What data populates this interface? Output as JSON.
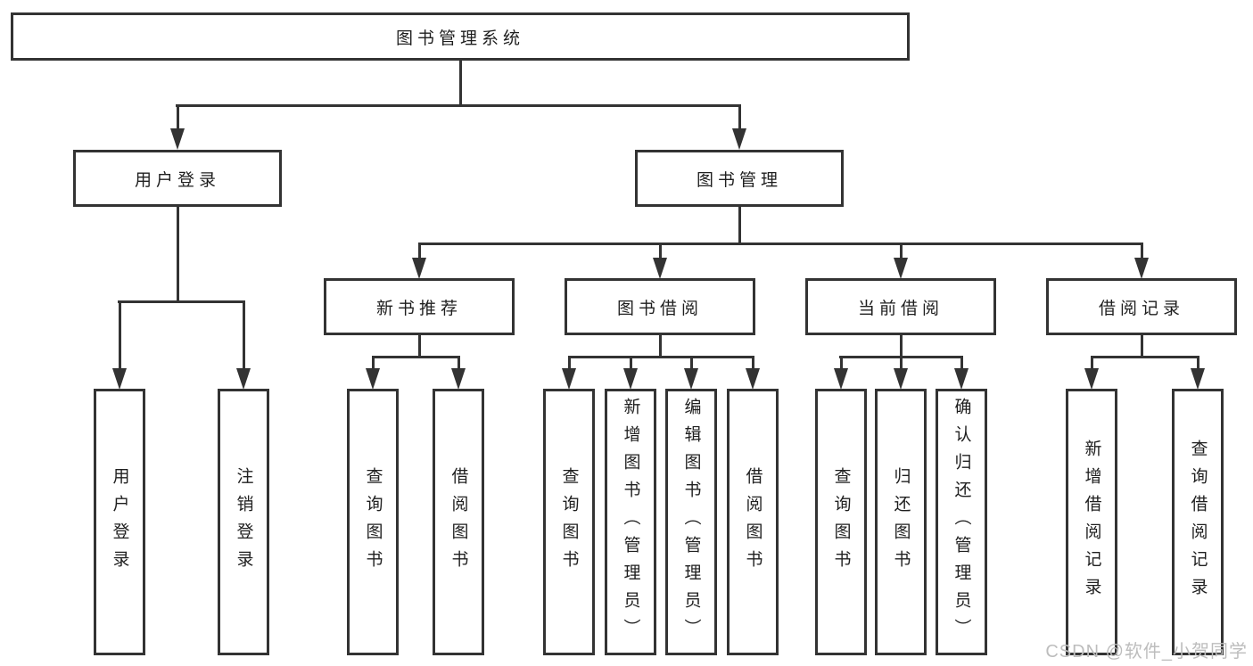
{
  "diagram": {
    "root": {
      "label": "图书管理系统"
    },
    "level2": [
      {
        "label": "用户登录"
      },
      {
        "label": "图书管理"
      }
    ],
    "level3": [
      {
        "label": "新书推荐"
      },
      {
        "label": "图书借阅"
      },
      {
        "label": "当前借阅"
      },
      {
        "label": "借阅记录"
      }
    ],
    "leaves": [
      {
        "label": "用户登录"
      },
      {
        "label": "注销登录"
      },
      {
        "label": "查询图书"
      },
      {
        "label": "借阅图书"
      },
      {
        "label": "查询图书"
      },
      {
        "label": "新增图书（管理员）"
      },
      {
        "label": "编辑图书（管理员）"
      },
      {
        "label": "借阅图书"
      },
      {
        "label": "查询图书"
      },
      {
        "label": "归还图书"
      },
      {
        "label": "确认归还（管理员）"
      },
      {
        "label": "新增借阅记录"
      },
      {
        "label": "查询借阅记录"
      }
    ],
    "colors": {
      "border": "#333333",
      "line": "#333333",
      "text": "#1f1f1f",
      "watermark": "#bdbdbd",
      "background": "#ffffff"
    }
  },
  "watermark": {
    "text": "CSDN @软件_小贺同学"
  }
}
